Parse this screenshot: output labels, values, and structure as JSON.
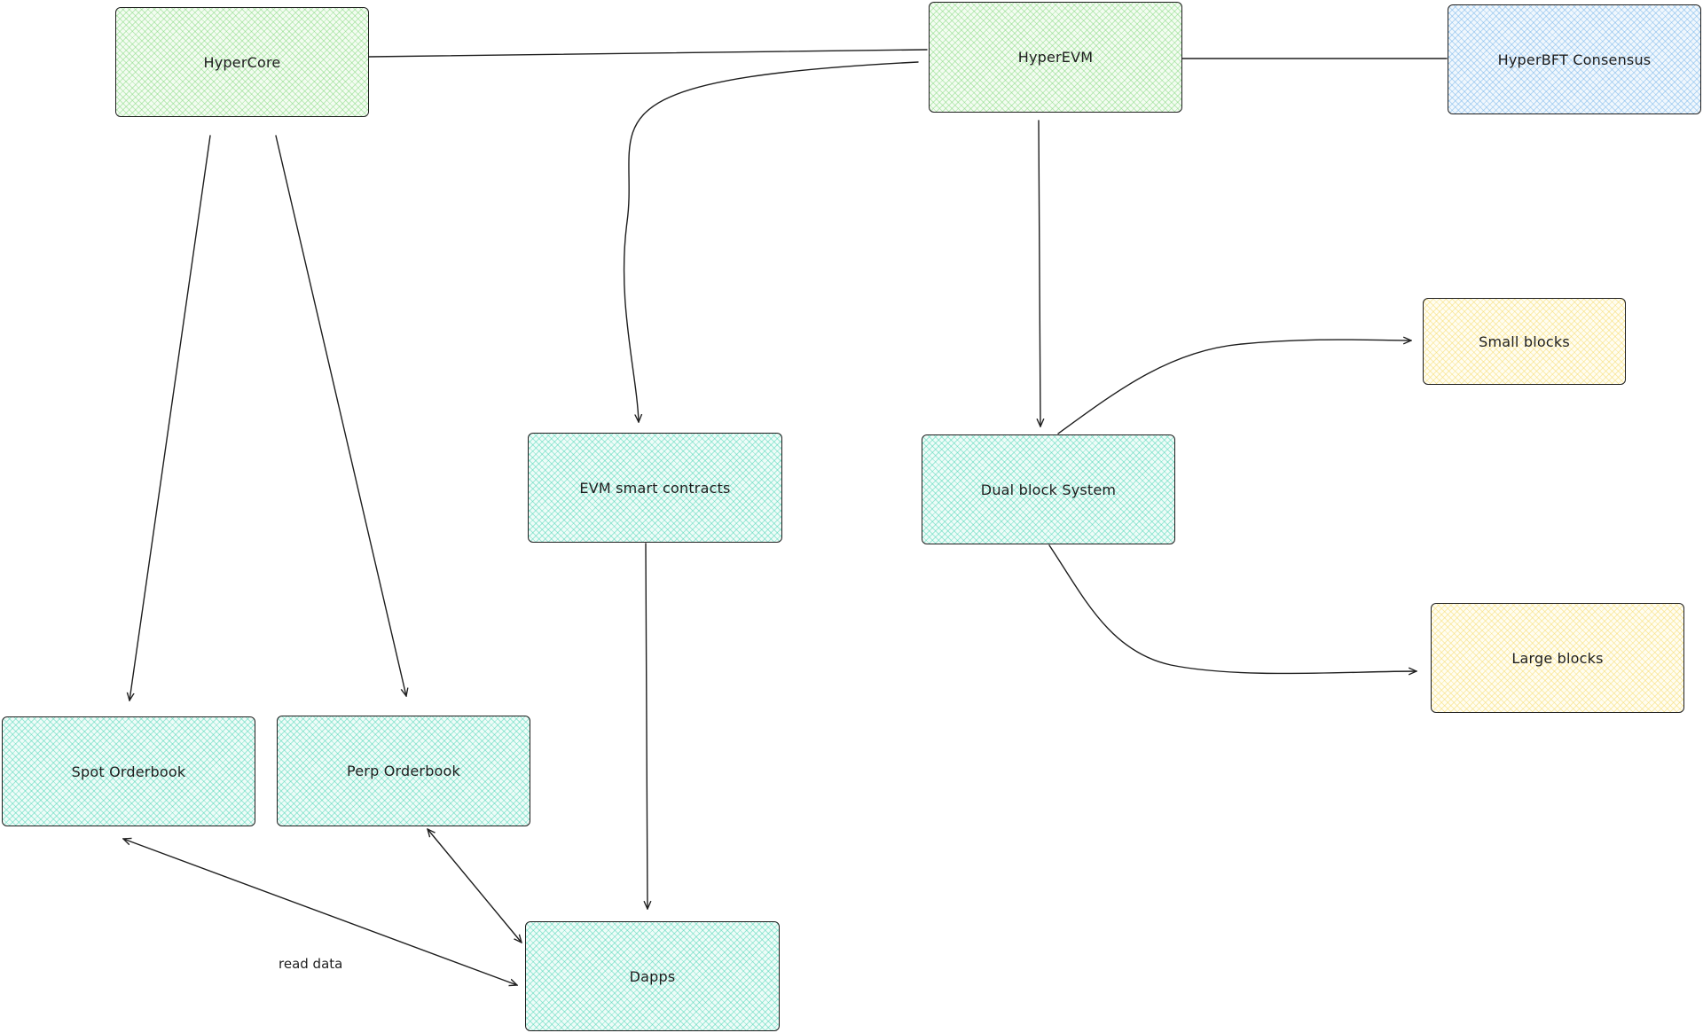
{
  "nodes": {
    "hypercore": "HyperCore",
    "hyperevm": "HyperEVM",
    "hyperbft": "HyperBFT Consensus",
    "evm_contracts": "EVM smart contracts",
    "dual_block": "Dual block System",
    "small_blocks": "Small blocks",
    "large_blocks": "Large blocks",
    "spot_orderbook": "Spot Orderbook",
    "perp_orderbook": "Perp Orderbook",
    "dapps": "Dapps"
  },
  "labels": {
    "read_data": "read data"
  },
  "colors": {
    "green_fill": "#d3f9d8",
    "teal_fill": "#c3fae8",
    "blue_fill": "#d0ebff",
    "yellow_fill": "#fff3bf",
    "stroke": "#1e1e1e"
  }
}
